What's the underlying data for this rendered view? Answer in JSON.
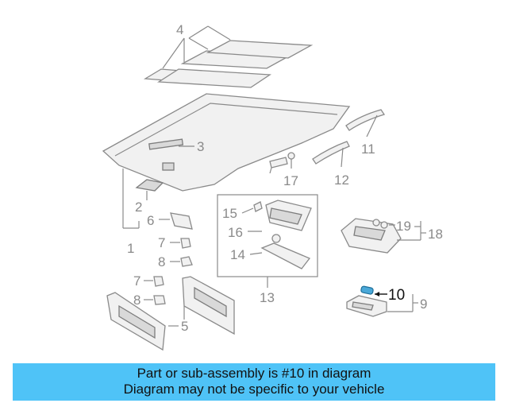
{
  "callouts": {
    "c1": "1",
    "c2": "2",
    "c3": "3",
    "c4": "4",
    "c5": "5",
    "c6": "6",
    "c7a": "7",
    "c7b": "7",
    "c8a": "8",
    "c8b": "8",
    "c9": "9",
    "c10": "10",
    "c11": "11",
    "c12": "12",
    "c13": "13",
    "c14": "14",
    "c15": "15",
    "c16": "16",
    "c17": "17",
    "c18": "18",
    "c19": "19"
  },
  "highlight_color": "#4aa8d8",
  "banner": {
    "line1": "Part or sub-assembly is #10 in diagram",
    "line2": "Diagram may not be specific to your vehicle",
    "background": "#4fc3f7"
  }
}
